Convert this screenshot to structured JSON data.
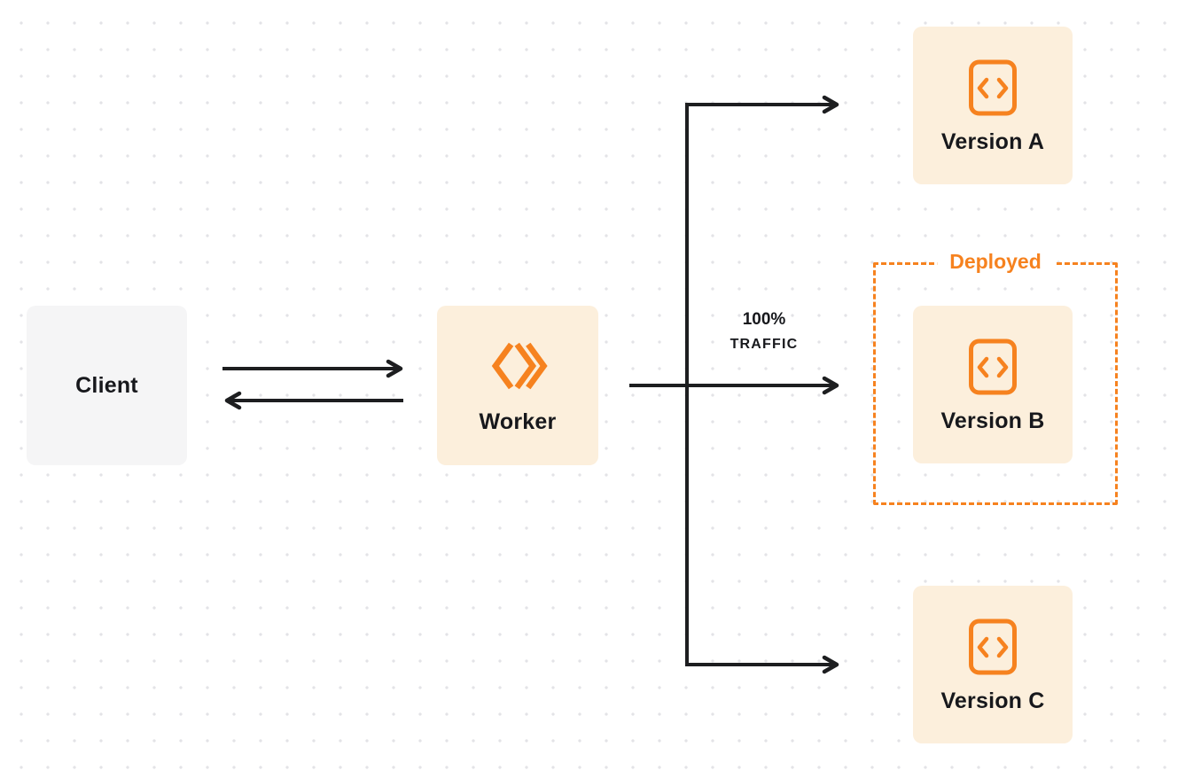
{
  "diagram": {
    "client": {
      "label": "Client"
    },
    "worker": {
      "label": "Worker"
    },
    "versions": [
      {
        "label": "Version A"
      },
      {
        "label": "Version B"
      },
      {
        "label": "Version C"
      }
    ],
    "deployed_group": {
      "label": "Deployed"
    },
    "traffic_label": {
      "line1": "100%",
      "line2": "TRAFFIC"
    },
    "icons": {
      "worker_icon": "workers-double-chevron-icon",
      "version_icon": "code-brackets-icon"
    },
    "colors": {
      "accent_orange": "#f6821f",
      "node_fill_peach": "#fcefdc",
      "client_fill_gray": "#f5f5f6",
      "arrow_black": "#1d1e20",
      "dot_grid": "#e3e3e7",
      "label_text": "#17181c"
    }
  }
}
